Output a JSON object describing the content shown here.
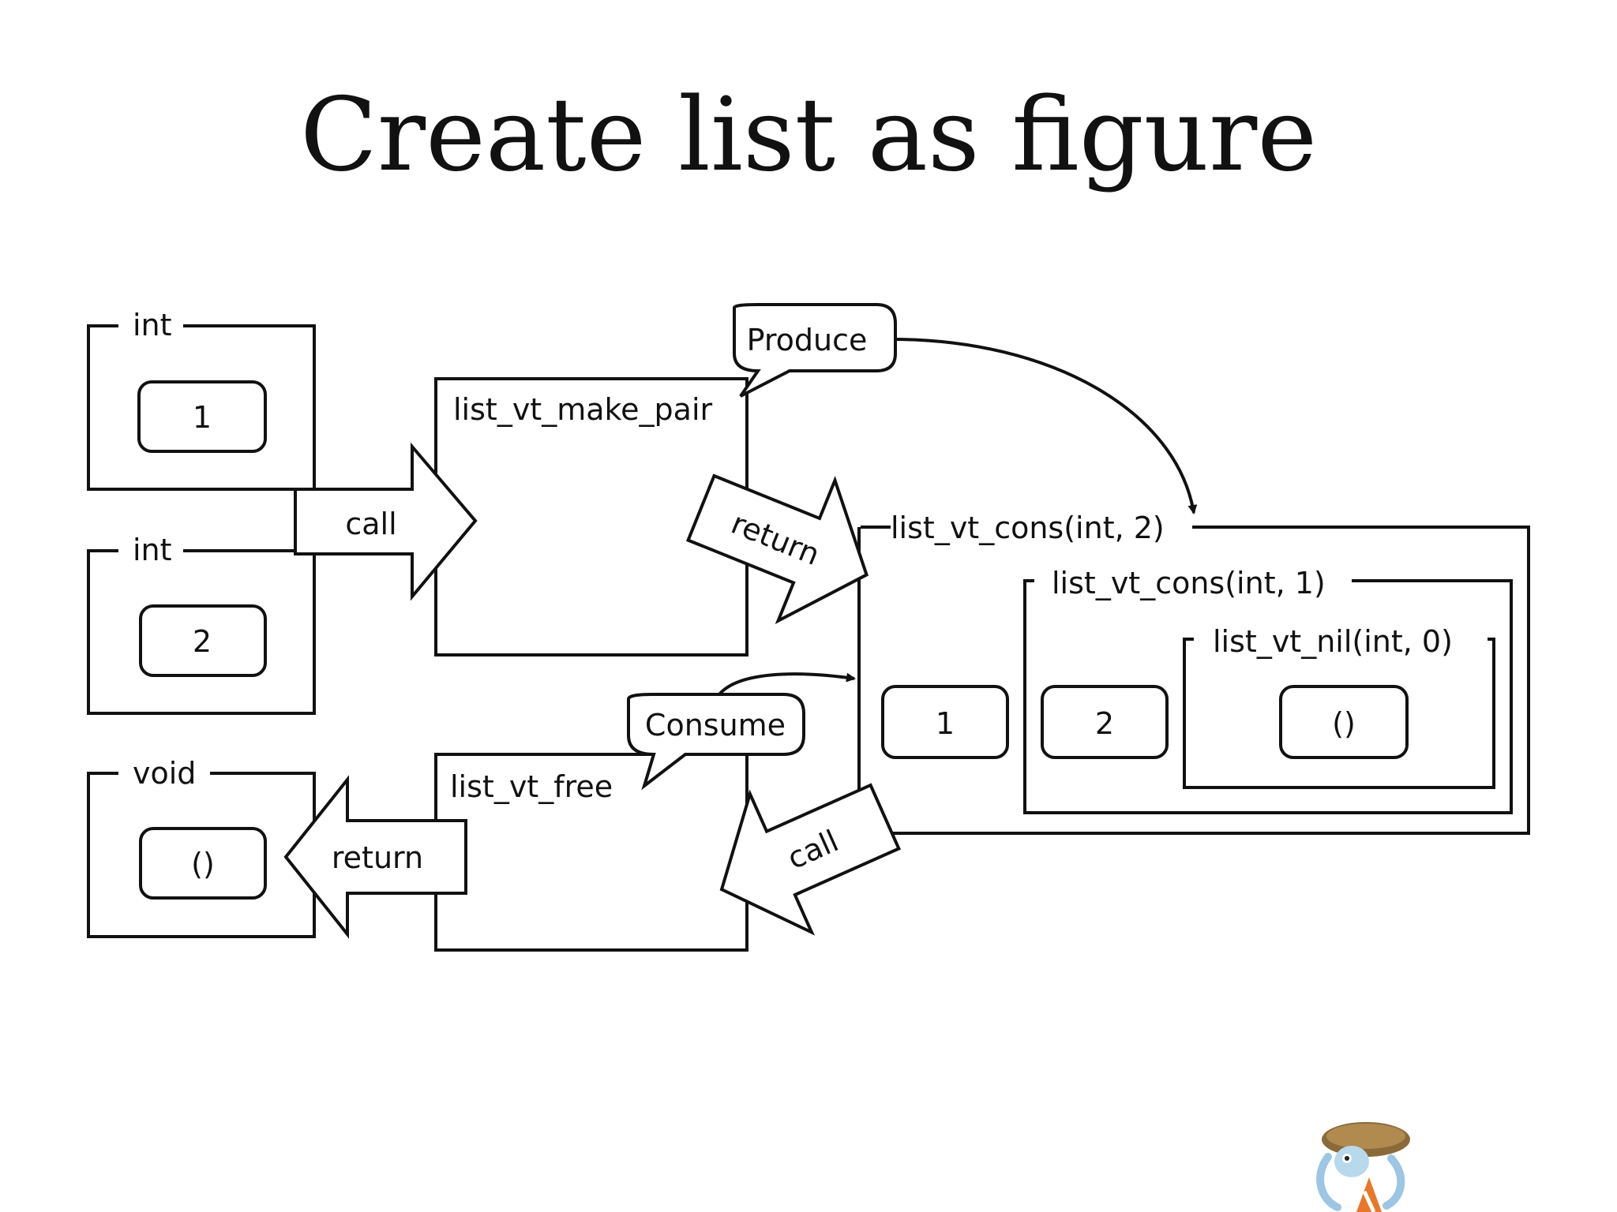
{
  "title": "Create list as figure",
  "inputs": {
    "int_a": {
      "type": "int",
      "value": "1"
    },
    "int_b": {
      "type": "int",
      "value": "2"
    },
    "void_out": {
      "type": "void",
      "value": "()"
    }
  },
  "functions": {
    "make_pair": "list_vt_make_pair",
    "free": "list_vt_free"
  },
  "arrows": {
    "call_in": "call",
    "return_make_pair": "return",
    "return_free": "return",
    "call_free": "call"
  },
  "bubbles": {
    "produce": "Produce",
    "consume": "Consume"
  },
  "list": {
    "outer_label": "list_vt_cons(int, 2)",
    "middle_label": "list_vt_cons(int, 1)",
    "inner_label": "list_vt_nil(int, 0)",
    "cell_1": "1",
    "cell_2": "2",
    "cell_nil": "()"
  },
  "colors": {
    "stroke": "#111111",
    "background": "#ffffff"
  }
}
